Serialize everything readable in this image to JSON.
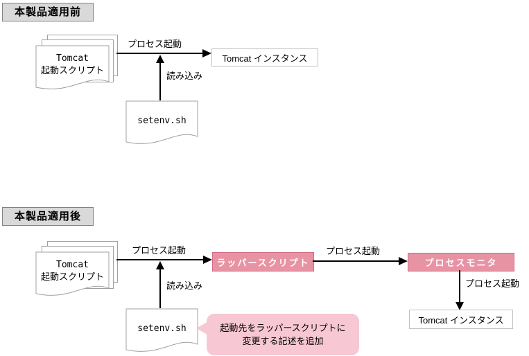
{
  "colors": {
    "pink_fill": "#e893a3",
    "pink_border": "#d06c83",
    "callout_fill": "#f7c7d3",
    "header_fill": "#d9d9d9",
    "header_border": "#828282",
    "doc_border": "#a0a0a0",
    "box_border": "#c0c0c0",
    "arrow_color": "#000000"
  },
  "before": {
    "header": "本製品適用前",
    "tomcat_scripts": {
      "line1": "Tomcat",
      "line2": "起動スクリプト"
    },
    "process_start_label": "プロセス起動",
    "read_label": "読み込み",
    "setenv_doc": "setenv.sh",
    "tomcat_instance": "Tomcat インスタンス"
  },
  "after": {
    "header": "本製品適用後",
    "tomcat_scripts": {
      "line1": "Tomcat",
      "line2": "起動スクリプト"
    },
    "process_start_label1": "プロセス起動",
    "read_label": "読み込み",
    "setenv_doc": "setenv.sh",
    "wrapper_script": "ラッパースクリプト",
    "process_start_label2": "プロセス起動",
    "process_monitor": "プロセスモニタ",
    "process_start_label3": "プロセス起動",
    "tomcat_instance": "Tomcat インスタンス",
    "callout": {
      "line1": "起動先をラッパースクリプトに",
      "line2": "変更する記述を追加"
    }
  }
}
